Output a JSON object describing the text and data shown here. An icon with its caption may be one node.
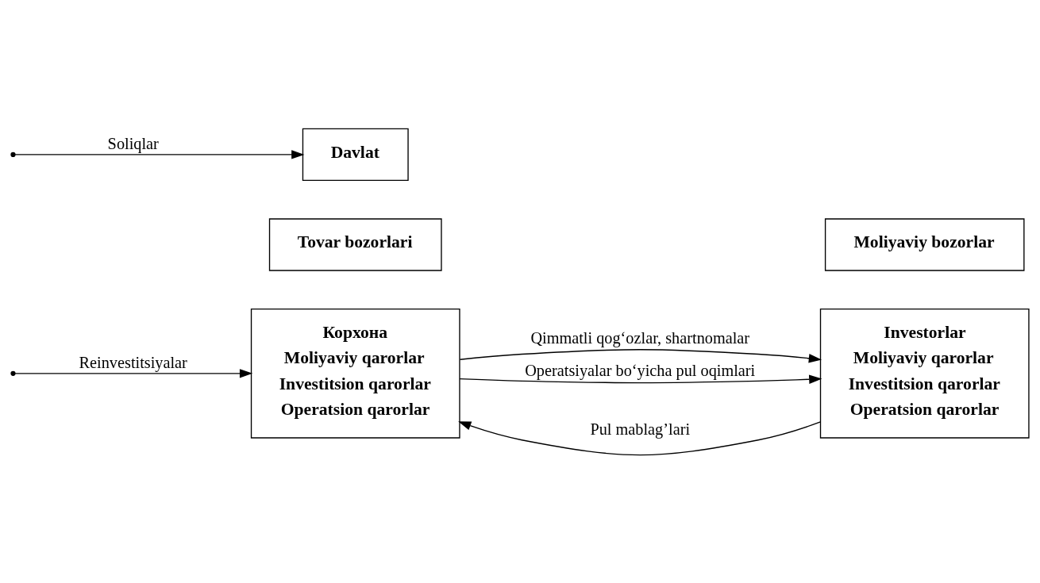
{
  "diagram": {
    "nodes": [
      {
        "text": [
          "Корхона",
          "Moliyaviy qarorlar",
          "Investitsion qarorlar",
          "Operatsion qarorlar"
        ]
      },
      {
        "text": [
          "Investorlar",
          "Moliyaviy qarorlar",
          "Investitsion qarorlar",
          "Operatsion qarorlar"
        ]
      },
      {
        "text": [
          "Tovar bozorlari"
        ]
      },
      {
        "text": [
          "Moliyaviy bozorlar"
        ]
      },
      {
        "text": [
          "Davlat"
        ]
      }
    ],
    "edges": [
      {
        "from": 1,
        "to": 0,
        "arrow": "to",
        "label": "Pul mablag’lari"
      },
      {
        "from": 0,
        "to": 1,
        "arrow": "to",
        "label": "Qimmatli qog‘ozlar, shartnomalar"
      },
      {
        "from": null,
        "to": 0,
        "arrow": "to",
        "label": "Reinvestitsiyalar"
      },
      {
        "from": 0,
        "to": 1,
        "arrow": "to",
        "label": "Operatsiyalar bo‘yicha pul oqimlari"
      },
      {
        "from": null,
        "to": 4,
        "arrow": "to",
        "label": "Soliqlar"
      }
    ]
  }
}
